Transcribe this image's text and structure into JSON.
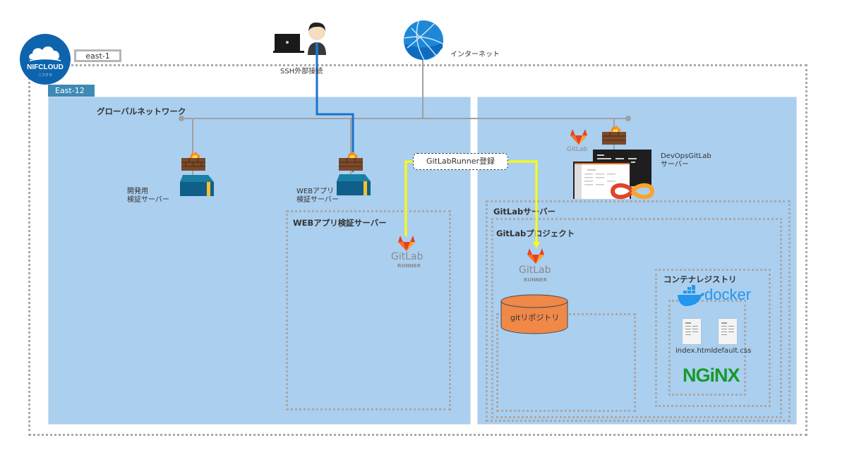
{
  "logo": {
    "name": "NIFCLOUD",
    "sub": "ニフクラ"
  },
  "region": {
    "label": "east-1"
  },
  "zone": {
    "label": "East-12"
  },
  "external": {
    "ssh_label": "SSH外部接続",
    "internet_label": "インターネット"
  },
  "left_area": {
    "network_label": "グローバルネットワーク",
    "dev_server": {
      "line1": "開発用",
      "line2": "検証サーバー"
    },
    "web_server": {
      "line1": "WEBアプリ",
      "line2": "検証サーバー"
    },
    "web_box_title": "WEBアプリ検証サーバー",
    "runner": {
      "title": "GitLab",
      "sub": "RUNNER"
    }
  },
  "connector": {
    "label": "GitLabRunner登録"
  },
  "right_area": {
    "gitlab_logo_text": "GitLab",
    "devops_server": {
      "line1": "DevOpsGitLab",
      "line2": "サーバー"
    },
    "gitlab_server_title": "GitLabサーバー",
    "gitlab_project_title": "GitLabプロジェクト",
    "runner": {
      "title": "GitLab",
      "sub": "RUNNER"
    },
    "repo_label": "gitリポジトリ",
    "registry_title": "コンテナレジストリ",
    "docker_text": "docker",
    "files": [
      "index.html",
      "default.css"
    ],
    "nginx_text": "NGiNX"
  },
  "colors": {
    "panel": "#abcfef",
    "zone_tab": "#3d8ab5",
    "ssh_line": "#1a73c8",
    "runner_line": "#ffff00",
    "network_line": "#a0a0a0",
    "repo": "#f08848",
    "nifcloud": "#0d64ad",
    "nginx": "#159a2d",
    "docker": "#2496ed"
  }
}
